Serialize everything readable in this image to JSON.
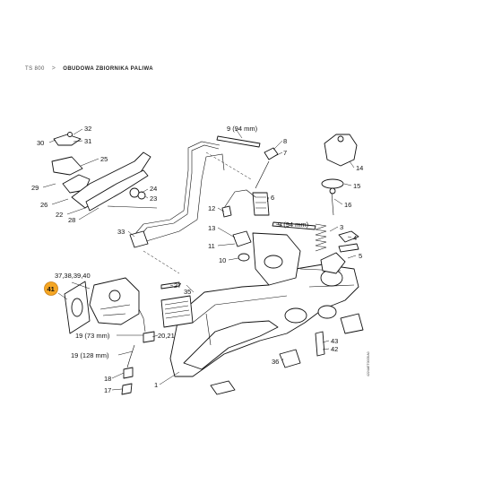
{
  "breadcrumb": {
    "parent": "TS 800",
    "separator": ">",
    "current": "OBUDOWA ZBIORNIKA PALIWA"
  },
  "diagram": {
    "callouts": {
      "c32": "32",
      "c30": "30",
      "c31": "31",
      "c25": "25",
      "c29": "29",
      "c24": "24",
      "c23": "23",
      "c26": "26",
      "c22": "22",
      "c28": "28",
      "c33": "33",
      "c9a": "9 (94 mm)",
      "c8": "8",
      "c7": "7",
      "c6": "6",
      "c12": "12",
      "c9b": "9 (94 mm)",
      "c13": "13",
      "c11": "11",
      "c10": "10",
      "c14": "14",
      "c15": "15",
      "c16": "16",
      "c3": "3",
      "c4": "4",
      "c5": "5",
      "c373840": "37,38,39,40",
      "c41": "41",
      "c27": "27",
      "c35": "35",
      "c19a": "19 (73 mm)",
      "c2021": "20,21",
      "c19b": "19 (128 mm)",
      "c18": "18",
      "c17": "17",
      "c1": "1",
      "c36": "36",
      "c43": "43",
      "c42": "42"
    },
    "highlight_color": "#f5a623",
    "figure_code": "4224AET0005IA0"
  }
}
